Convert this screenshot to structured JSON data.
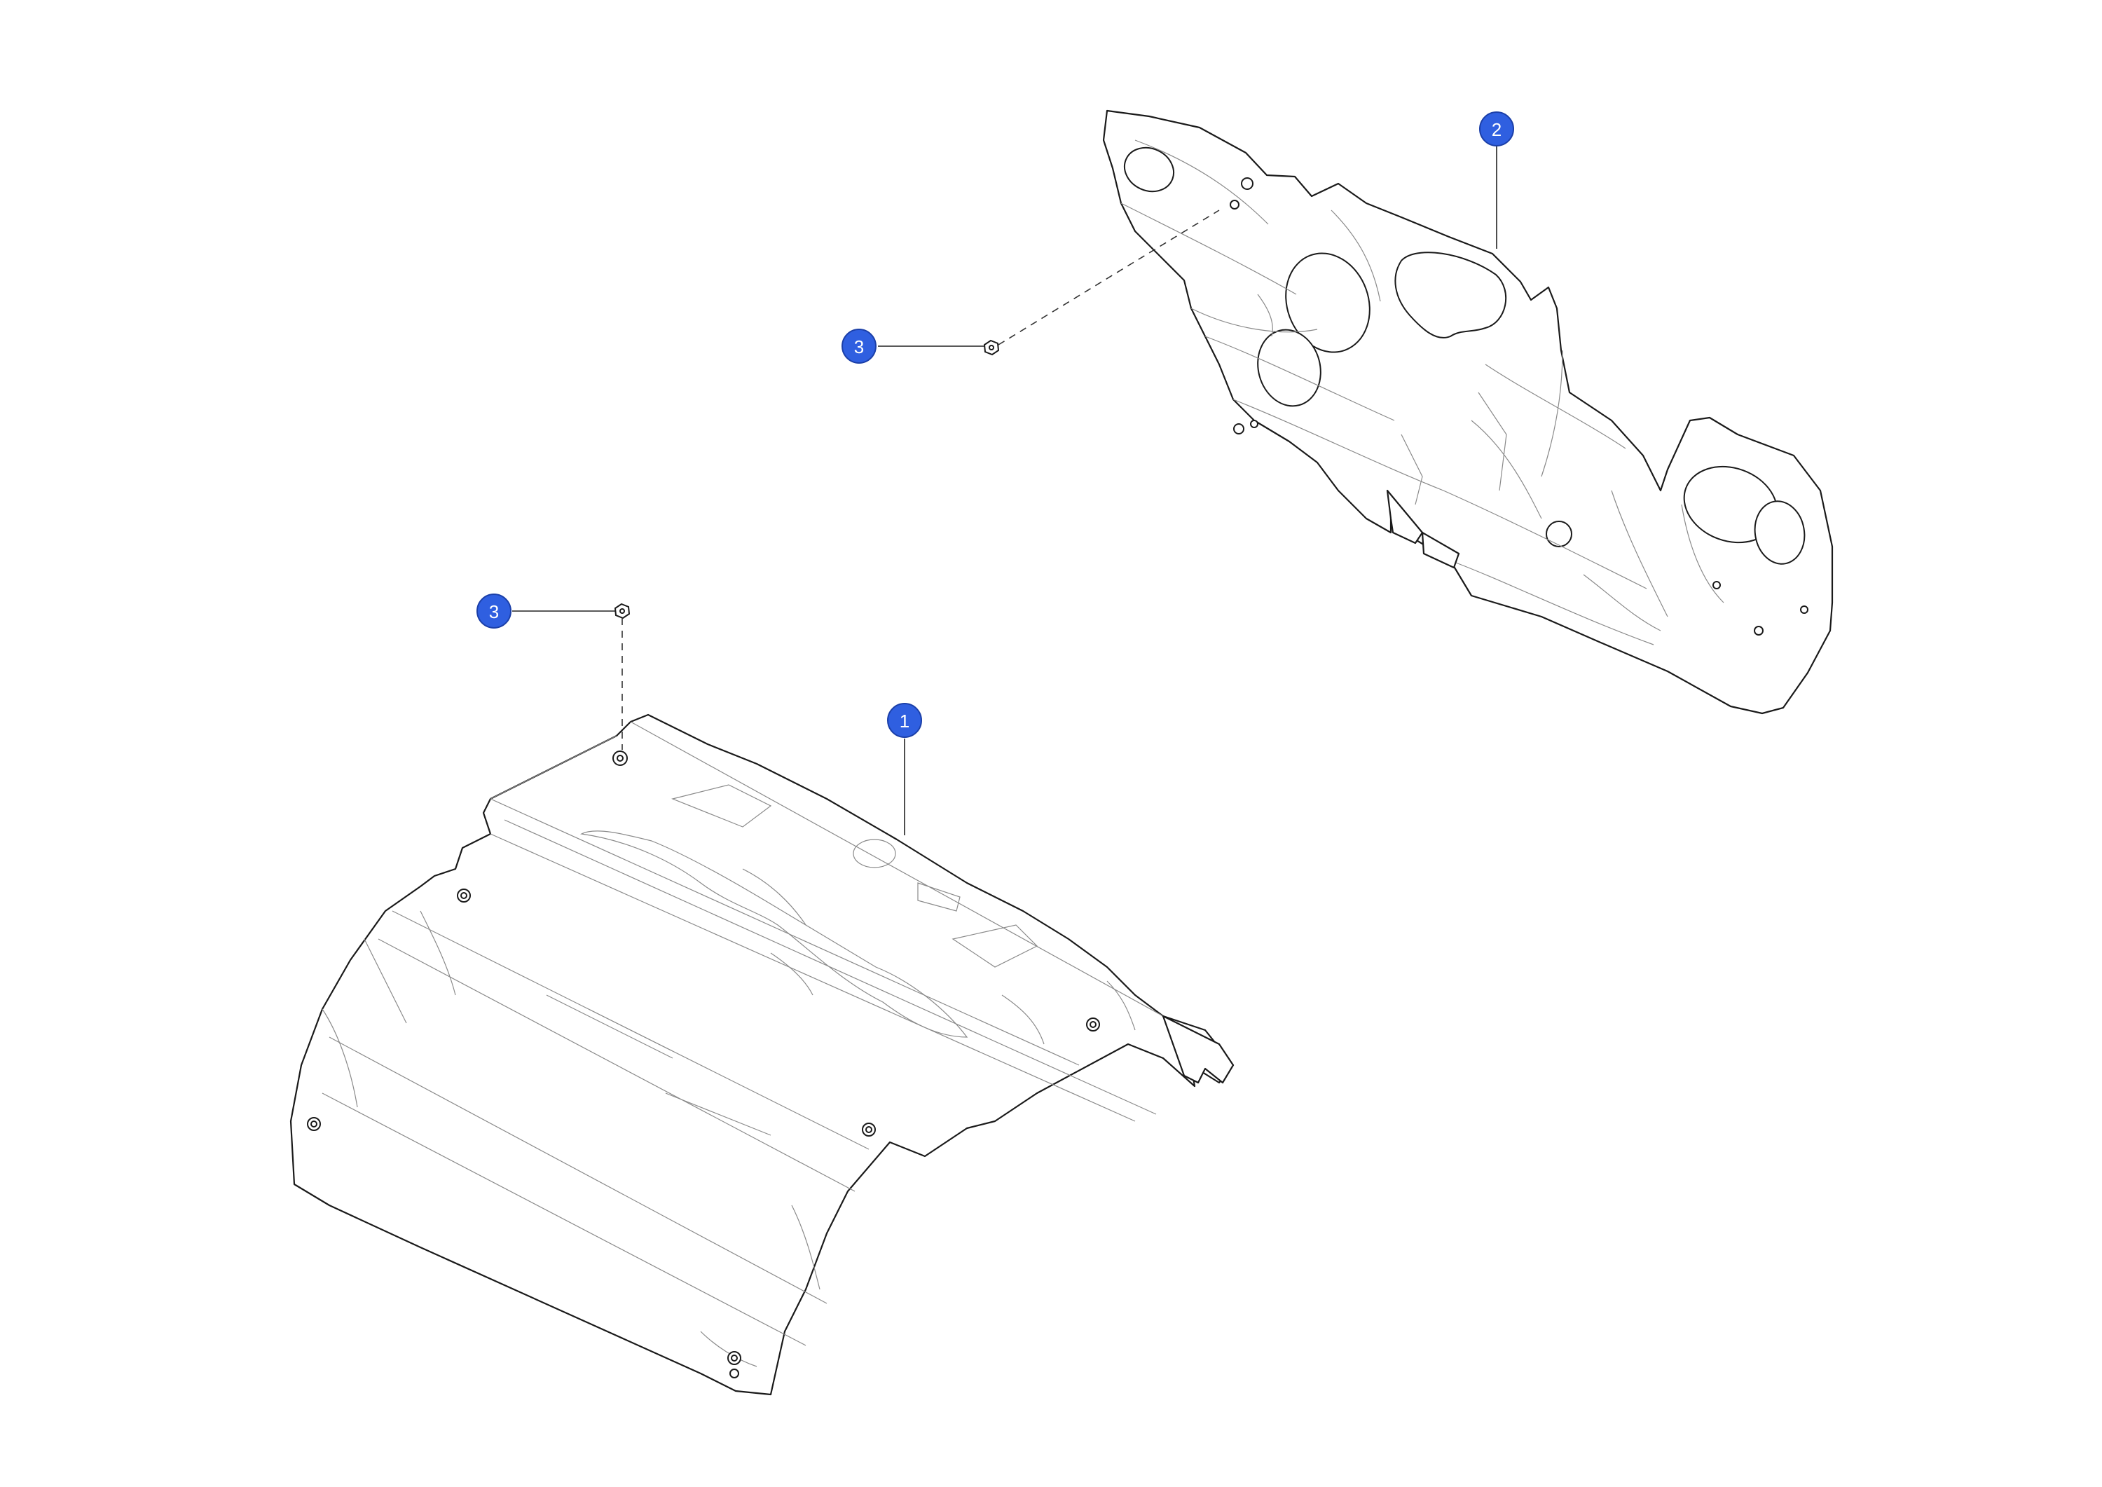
{
  "callouts": {
    "part_1": "1",
    "part_2": "2",
    "part_3a": "3",
    "part_3b": "3"
  },
  "colors": {
    "callout_fill": "#2f5fe0",
    "line": "#1a1a1a",
    "background": "#ffffff"
  }
}
